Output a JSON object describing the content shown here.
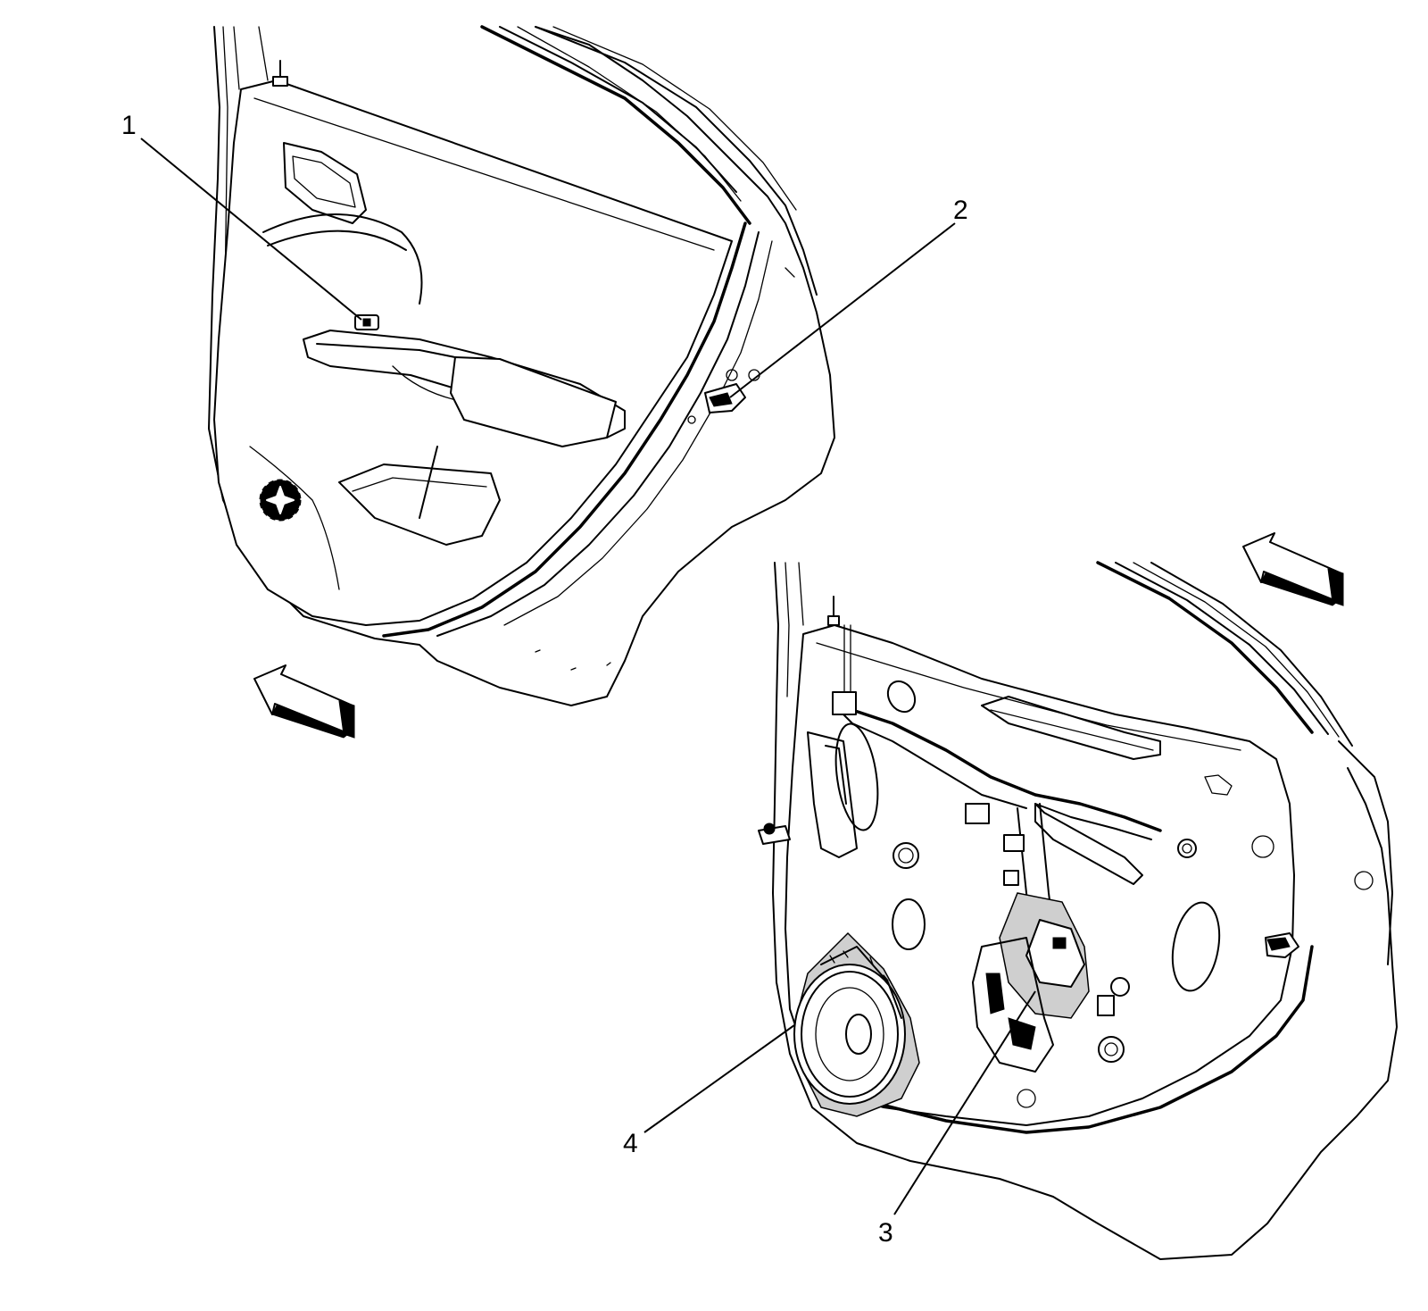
{
  "callouts": [
    {
      "id": "1",
      "label": "1"
    },
    {
      "id": "2",
      "label": "2"
    },
    {
      "id": "3",
      "label": "3"
    },
    {
      "id": "4",
      "label": "4"
    }
  ],
  "colors": {
    "line": "#000000",
    "background": "#ffffff",
    "shade": "#cfcfcf"
  },
  "icons": [
    "forward-arrow-icon",
    "forward-arrow-icon"
  ]
}
